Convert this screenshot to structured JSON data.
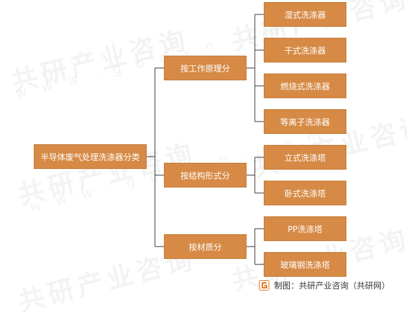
{
  "colors": {
    "node_fill": "#d68a45",
    "node_border": "#c57a35",
    "connector": "#333333",
    "logo_accent": "#e8771e"
  },
  "diagram": {
    "root": {
      "label": "半导体废气处理洗涤器分类"
    },
    "branches": [
      {
        "label": "按工作原理分",
        "children": [
          {
            "label": "湿式洗涤器"
          },
          {
            "label": "干式洗涤器"
          },
          {
            "label": "燃烧式洗涤器"
          },
          {
            "label": "等离子洗涤器"
          }
        ]
      },
      {
        "label": "按结构形式分",
        "children": [
          {
            "label": "立式洗涤塔"
          },
          {
            "label": "卧式洗涤塔"
          }
        ]
      },
      {
        "label": "按材质分",
        "children": [
          {
            "label": "PP洗涤塔"
          },
          {
            "label": "玻璃钢洗涤塔"
          }
        ]
      }
    ]
  },
  "watermark": {
    "cn": "共研产业咨询",
    "en": "w w w . g o n y n . c o m"
  },
  "footer": {
    "text": "制图：共研产业咨询（共研网）",
    "logo_icon": "gonyn-logo-icon"
  }
}
